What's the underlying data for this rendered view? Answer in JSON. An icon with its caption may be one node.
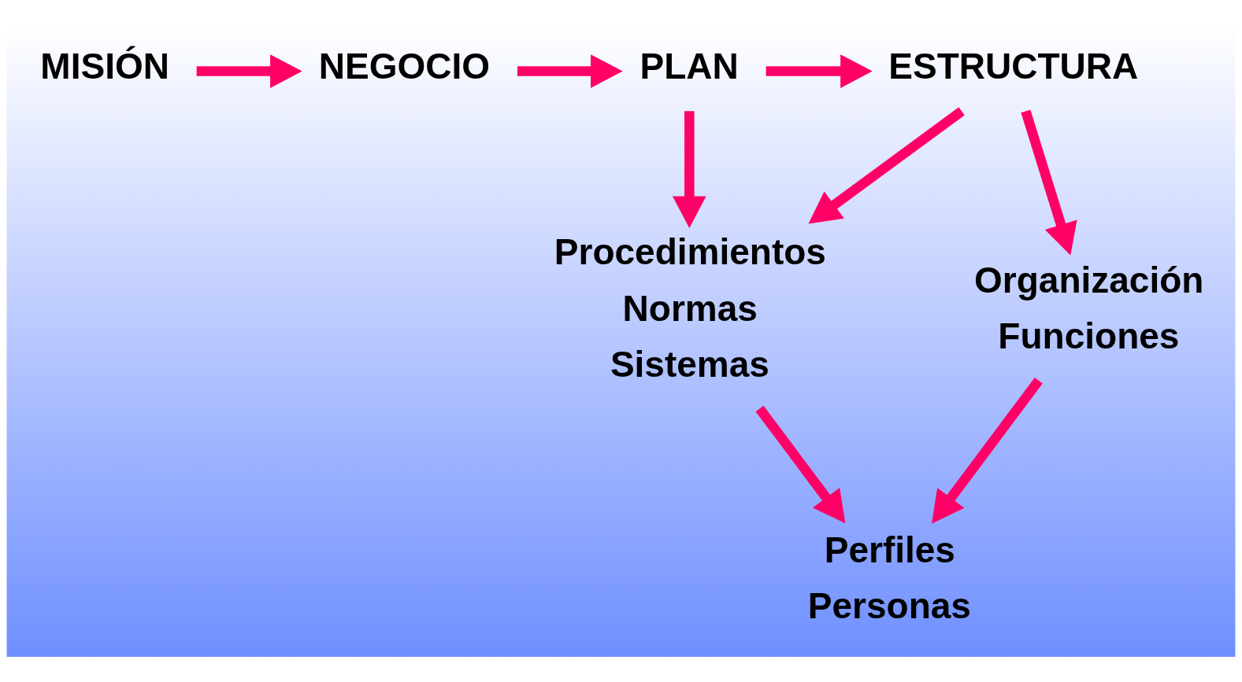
{
  "diagram": {
    "nodes": [
      {
        "text": [
          "MISIÓN"
        ]
      },
      {
        "text": [
          "NEGOCIO"
        ]
      },
      {
        "text": [
          "PLAN"
        ]
      },
      {
        "text": [
          "ESTRUCTURA"
        ]
      },
      {
        "text": [
          "Procedimientos",
          "Normas",
          "Sistemas"
        ]
      },
      {
        "text": [
          "Organización",
          "Funciones"
        ]
      },
      {
        "text": [
          "Perfiles",
          "Personas"
        ]
      }
    ],
    "edges": [
      {
        "from": 0,
        "to": 1,
        "arrow": "to"
      },
      {
        "from": 1,
        "to": 2,
        "arrow": "to"
      },
      {
        "from": 2,
        "to": 3,
        "arrow": "to"
      },
      {
        "from": 2,
        "to": 4,
        "arrow": "to"
      },
      {
        "from": 3,
        "to": 4,
        "arrow": "to"
      },
      {
        "from": 3,
        "to": 5,
        "arrow": "to"
      },
      {
        "from": 4,
        "to": 6,
        "arrow": "to"
      },
      {
        "from": 5,
        "to": 6,
        "arrow": "to"
      }
    ]
  }
}
